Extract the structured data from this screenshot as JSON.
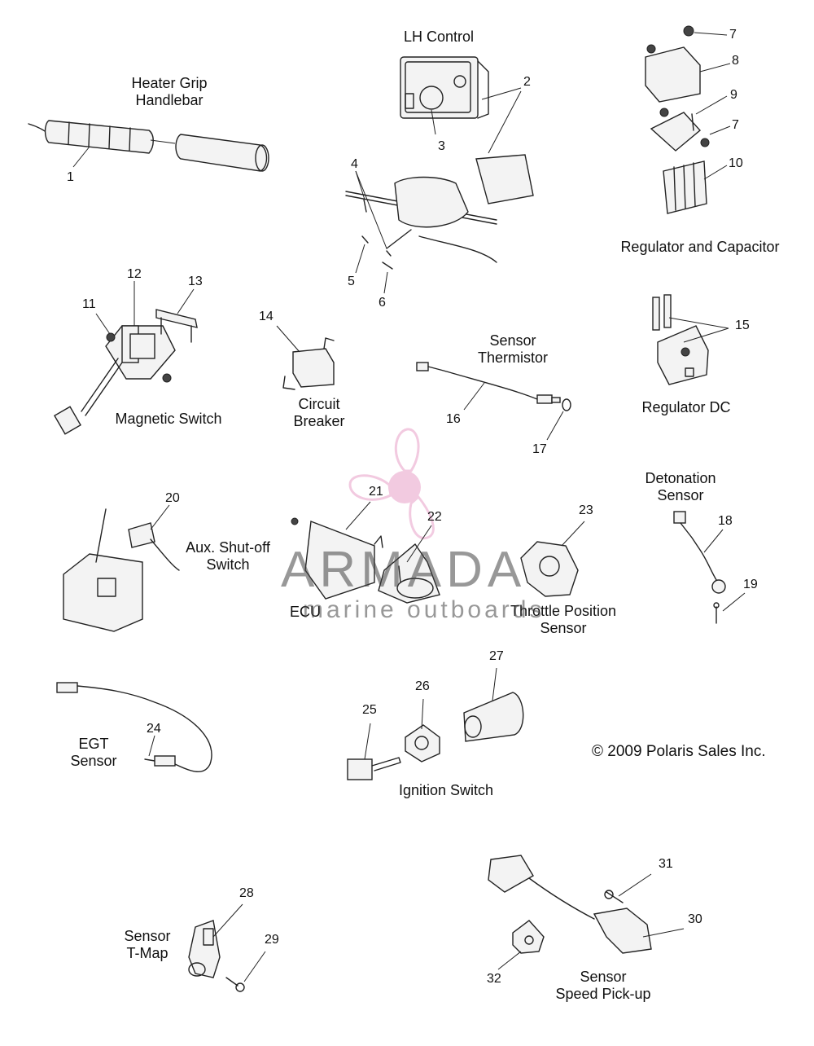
{
  "copyright": "© 2009 Polaris Sales Inc.",
  "watermark": {
    "brand": "ARMADA",
    "tagline": "marine outboards",
    "color": "#e8a0c8"
  },
  "assemblies": {
    "heater_grip": "Heater Grip\nHandlebar",
    "lh_control": "LH Control",
    "regulator_capacitor": "Regulator and Capacitor",
    "magnetic_switch": "Magnetic Switch",
    "circuit_breaker": "Circuit\nBreaker",
    "sensor_thermistor": "Sensor\nThermistor",
    "regulator_dc": "Regulator DC",
    "detonation_sensor": "Detonation\nSensor",
    "aux_shutoff": "Aux. Shut-off\nSwitch",
    "ecu": "ECU",
    "throttle_position": "Throttle Position\nSensor",
    "egt_sensor": "EGT\nSensor",
    "ignition_switch": "Ignition Switch",
    "sensor_tmap": "Sensor\nT-Map",
    "speed_pickup": "Sensor\nSpeed Pick-up"
  },
  "callouts": [
    "1",
    "2",
    "3",
    "4",
    "5",
    "6",
    "7",
    "8",
    "9",
    "7",
    "10",
    "11",
    "12",
    "13",
    "14",
    "15",
    "16",
    "17",
    "18",
    "19",
    "20",
    "21",
    "22",
    "23",
    "24",
    "25",
    "26",
    "27",
    "28",
    "29",
    "30",
    "31",
    "32"
  ]
}
